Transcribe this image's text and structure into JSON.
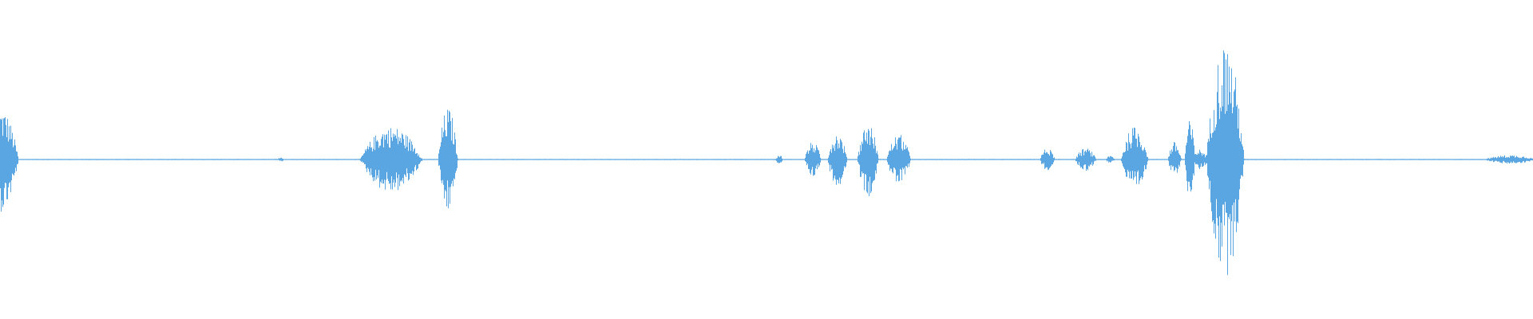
{
  "waveform": {
    "color": "#5aa6e2",
    "background": "#ffffff",
    "bursts": [
      {
        "center": 0.0,
        "width": 0.024,
        "peak": 0.41
      },
      {
        "center": 0.183,
        "width": 0.004,
        "peak": 0.02
      },
      {
        "center": 0.255,
        "width": 0.041,
        "peak": 0.26
      },
      {
        "center": 0.292,
        "width": 0.013,
        "peak": 0.41
      },
      {
        "center": 0.508,
        "width": 0.005,
        "peak": 0.04
      },
      {
        "center": 0.53,
        "width": 0.011,
        "peak": 0.14
      },
      {
        "center": 0.546,
        "width": 0.013,
        "peak": 0.21
      },
      {
        "center": 0.566,
        "width": 0.014,
        "peak": 0.29
      },
      {
        "center": 0.586,
        "width": 0.016,
        "peak": 0.2
      },
      {
        "center": 0.683,
        "width": 0.01,
        "peak": 0.09
      },
      {
        "center": 0.708,
        "width": 0.014,
        "peak": 0.09
      },
      {
        "center": 0.724,
        "width": 0.006,
        "peak": 0.03
      },
      {
        "center": 0.74,
        "width": 0.018,
        "peak": 0.26
      },
      {
        "center": 0.766,
        "width": 0.009,
        "peak": 0.14
      },
      {
        "center": 0.776,
        "width": 0.007,
        "peak": 0.31
      },
      {
        "center": 0.782,
        "width": 0.012,
        "peak": 0.08
      },
      {
        "center": 0.799,
        "width": 0.025,
        "peak": 0.92
      },
      {
        "center": 0.985,
        "width": 0.035,
        "peak": 0.035
      }
    ]
  }
}
